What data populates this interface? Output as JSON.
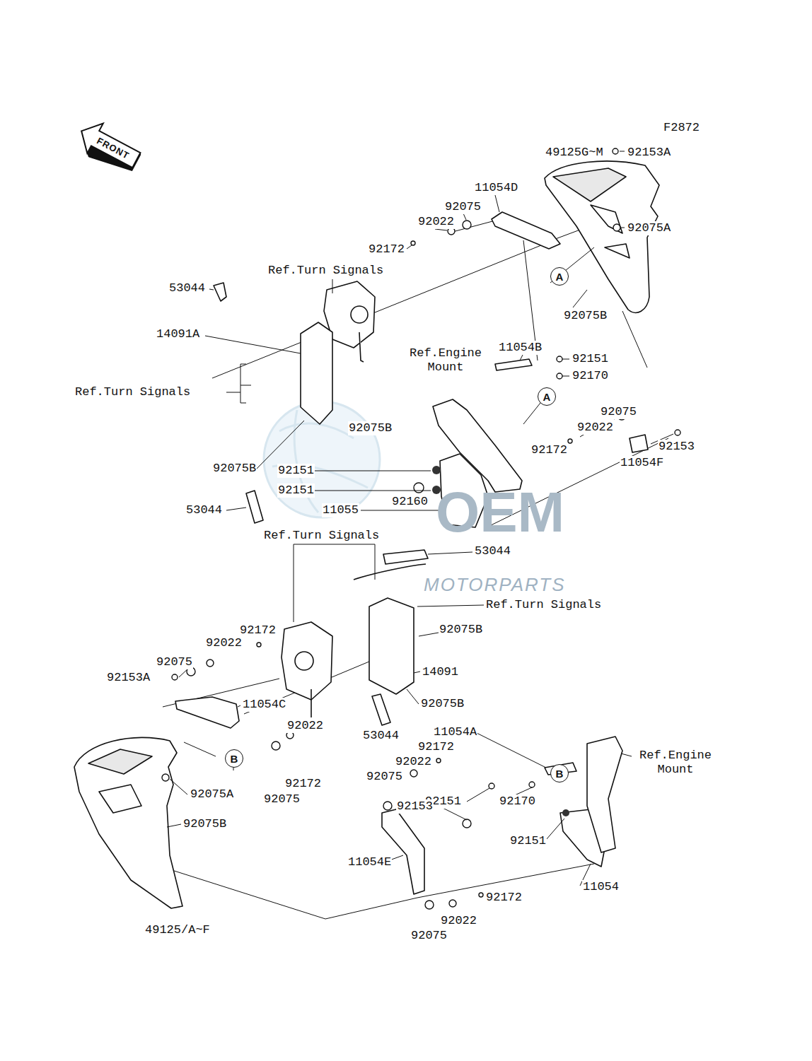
{
  "diagram": {
    "nodes": [
      {
        "text": [
          "FRONT"
        ]
      },
      {
        "text": [
          "A"
        ]
      },
      {
        "text": [
          "A"
        ]
      },
      {
        "text": [
          "B"
        ]
      },
      {
        "text": [
          "B"
        ]
      }
    ],
    "labels": [
      "F2872",
      "49125G~M",
      "92153A",
      "11054D",
      "92075",
      "92075A",
      "92022",
      "92172",
      "Ref.Turn Signals",
      "53044",
      "92075B",
      "14091A",
      "11054B",
      "Ref.Engine Mount",
      "92151",
      "92170",
      "Ref.Turn Signals",
      "92075",
      "92022",
      "92075B",
      "92172",
      "92153",
      "11054F",
      "92075B",
      "92160",
      "92151",
      "92151",
      "11055",
      "53044",
      "Ref.Turn Signals",
      "53044",
      "Ref.Turn Signals",
      "92172",
      "92075B",
      "92022",
      "14091",
      "92075",
      "92153A",
      "11054C",
      "92022",
      "92172",
      "11054A",
      "92075B",
      "53044",
      "92022",
      "Ref.Engine Mount",
      "92075A",
      "92172",
      "92075",
      "92075",
      "92151",
      "92170",
      "92153",
      "92075B",
      "92151",
      "11054E",
      "11054",
      "92172",
      "92022",
      "92075",
      "49125/A~F",
      "OEM",
      "MOTORPARTS"
    ]
  }
}
